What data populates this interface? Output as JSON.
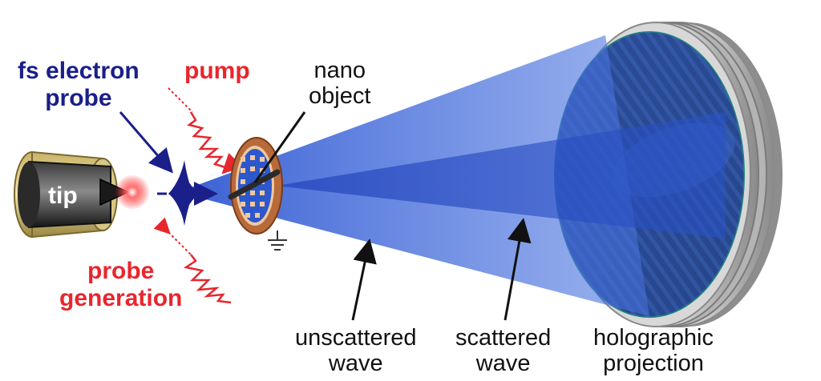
{
  "labels": {
    "tip": "tip",
    "fs_electron_probe": [
      "fs electron",
      "probe"
    ],
    "pump": "pump",
    "probe_generation": [
      "probe",
      "generation"
    ],
    "nano_object": [
      "nano",
      "object"
    ],
    "unscattered_wave": [
      "unscattered",
      "wave"
    ],
    "scattered_wave": [
      "scattered",
      "wave"
    ],
    "holographic_projection": [
      "holographic",
      "projection"
    ]
  },
  "colors": {
    "electron_probe": "#1a1f8a",
    "laser_pulse": "#e8262e",
    "beam": "#3a62d6",
    "detector_rim": "#c8c8c8",
    "sample_holder": "#c87a4a"
  }
}
